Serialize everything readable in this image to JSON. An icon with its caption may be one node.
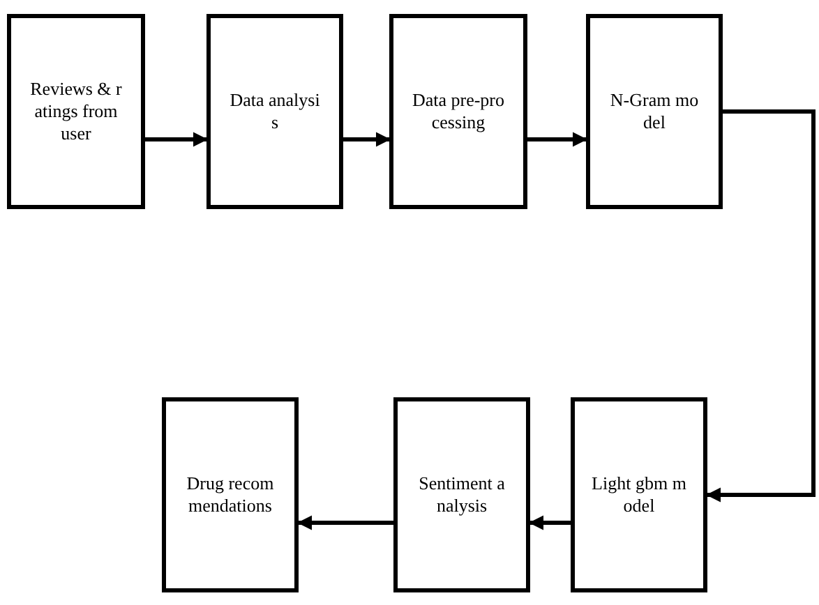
{
  "diagram": {
    "nodes": [
      {
        "text": [
          "Reviews & ratings from user"
        ]
      },
      {
        "text": [
          "Data analysis"
        ]
      },
      {
        "text": [
          "Data pre-processing"
        ]
      },
      {
        "text": [
          "N-Gram model"
        ]
      },
      {
        "text": [
          "Light gbm model"
        ]
      },
      {
        "text": [
          "Sentiment analysis"
        ]
      },
      {
        "text": [
          "Drug recommendations"
        ]
      }
    ],
    "edges": [
      {
        "from": 0,
        "to": 1,
        "arrow": "to"
      },
      {
        "from": 1,
        "to": 2,
        "arrow": "to"
      },
      {
        "from": 2,
        "to": 3,
        "arrow": "to"
      },
      {
        "from": 3,
        "to": 4,
        "arrow": "to"
      },
      {
        "from": 4,
        "to": 5,
        "arrow": "to"
      },
      {
        "from": 5,
        "to": 6,
        "arrow": "to"
      }
    ]
  }
}
